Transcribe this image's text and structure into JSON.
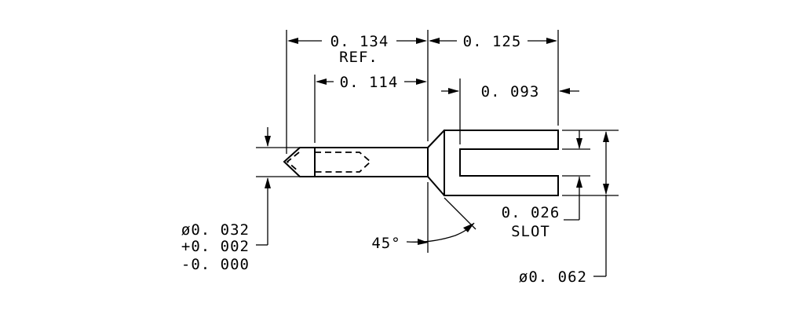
{
  "dimensions": {
    "ref_length": "0. 134",
    "ref_label": "REF.",
    "fork_length": "0. 125",
    "tip_length": "0. 114",
    "tine_length": "0. 093",
    "slot_width": "0. 026",
    "slot_label": "SLOT",
    "angle": "45°",
    "pin_diameter": "ø0. 032",
    "tolerance_plus": "+0. 002",
    "tolerance_minus": "-0. 000",
    "head_diameter": "ø0. 062"
  },
  "colors": {
    "line": "#000000",
    "background": "#ffffff"
  }
}
